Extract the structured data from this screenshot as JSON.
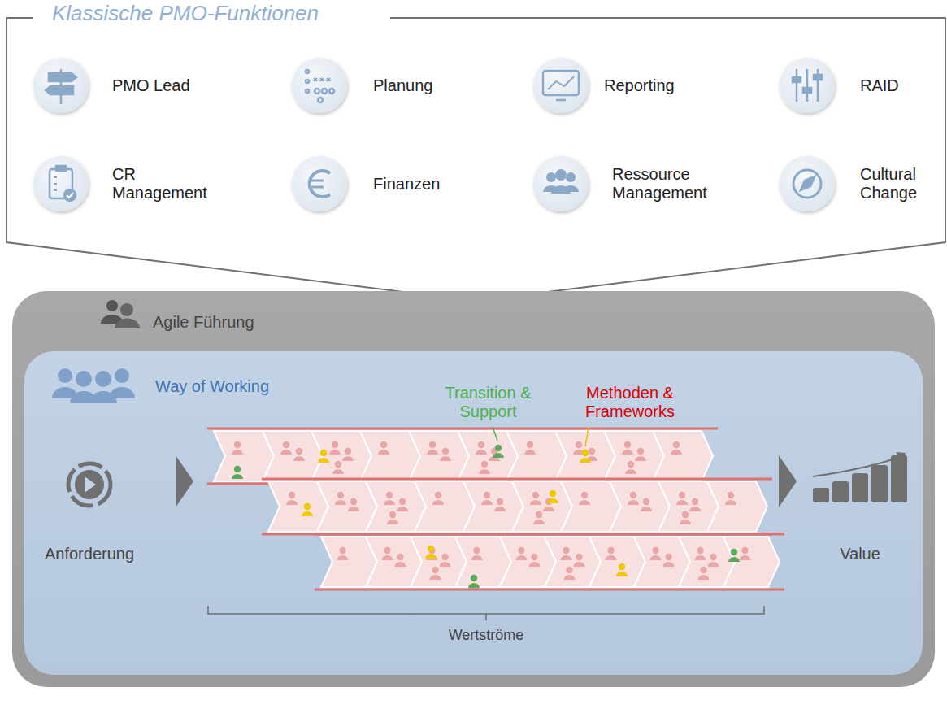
{
  "diagram": {
    "nodes": [
      {
        "text": [
          "Klassische PMO-Funktionen"
        ]
      },
      {
        "text": [
          "Agile Führung"
        ]
      },
      {
        "text": [
          "Way of Working"
        ],
        "in": 1
      }
    ],
    "labels": [
      "PMO Lead",
      "Planung",
      "Reporting",
      "RAID",
      "CR Management",
      "Finanzen",
      "Ressource Management",
      "Cultural Change",
      "Transition & Support",
      "Methoden & Frameworks",
      "Anforderung",
      "Value",
      "Wertströme"
    ]
  }
}
